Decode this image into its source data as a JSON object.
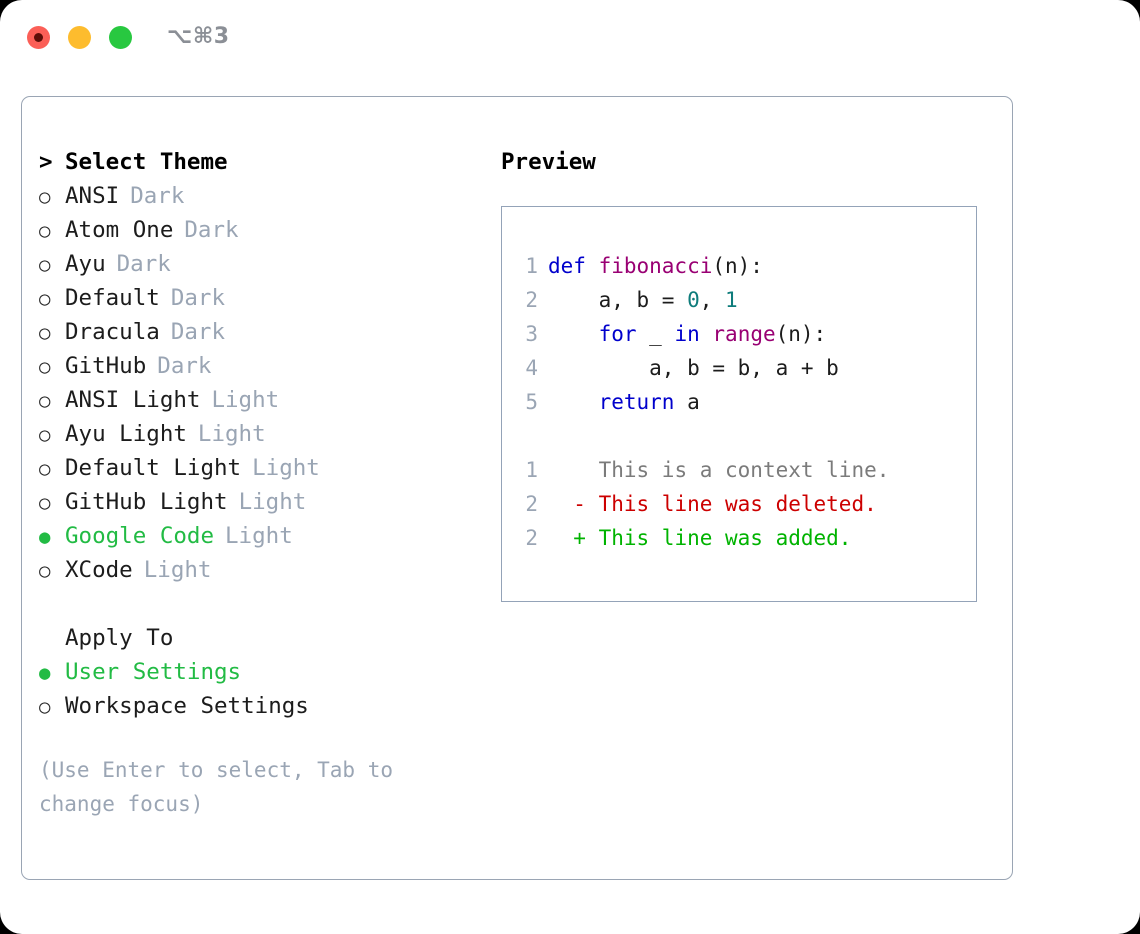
{
  "window": {
    "title": "⌥⌘3",
    "traffic_lights": [
      {
        "name": "close-button",
        "color": "#fb5f57"
      },
      {
        "name": "minimize-button",
        "color": "#fdbc2e"
      },
      {
        "name": "maximize-button",
        "color": "#28c840"
      }
    ]
  },
  "colors": {
    "accent_green": "#22bb44",
    "muted": "#9aa5b4",
    "border": "#94a3b8",
    "text": "#1c1c1c",
    "keyword": "#0000cc",
    "function": "#990073",
    "number": "#0e7c7b",
    "diff_added": "#00b300",
    "diff_deleted": "#cc0000",
    "diff_context": "#7b7b7b"
  },
  "theme_picker": {
    "heading": "Select Theme",
    "caret": ">",
    "bullet_off": "○",
    "bullet_on": "●",
    "items": [
      {
        "label": "ANSI",
        "tag": "Dark",
        "selected": false
      },
      {
        "label": "Atom One",
        "tag": "Dark",
        "selected": false
      },
      {
        "label": "Ayu",
        "tag": "Dark",
        "selected": false
      },
      {
        "label": "Default",
        "tag": "Dark",
        "selected": false
      },
      {
        "label": "Dracula",
        "tag": "Dark",
        "selected": false
      },
      {
        "label": "GitHub",
        "tag": "Dark",
        "selected": false
      },
      {
        "label": "ANSI Light",
        "tag": "Light",
        "selected": false
      },
      {
        "label": "Ayu Light",
        "tag": "Light",
        "selected": false
      },
      {
        "label": "Default Light",
        "tag": "Light",
        "selected": false
      },
      {
        "label": "GitHub Light",
        "tag": "Light",
        "selected": false
      },
      {
        "label": "Google Code",
        "tag": "Light",
        "selected": true
      },
      {
        "label": "XCode",
        "tag": "Light",
        "selected": false
      }
    ]
  },
  "apply_to": {
    "heading": "Apply To",
    "items": [
      {
        "label": "User Settings",
        "selected": true
      },
      {
        "label": "Workspace Settings",
        "selected": false
      }
    ]
  },
  "hint": "(Use Enter to select, Tab to change focus)",
  "preview": {
    "heading": "Preview",
    "code_lines": [
      {
        "num": "1",
        "tokens": [
          {
            "t": "def ",
            "c": "kw"
          },
          {
            "t": "fibonacci",
            "c": "fn"
          },
          {
            "t": "(n):",
            "c": "txt"
          }
        ]
      },
      {
        "num": "2",
        "tokens": [
          {
            "t": "    a, b = ",
            "c": "txt"
          },
          {
            "t": "0",
            "c": "num"
          },
          {
            "t": ", ",
            "c": "txt"
          },
          {
            "t": "1",
            "c": "num"
          }
        ]
      },
      {
        "num": "3",
        "tokens": [
          {
            "t": "    ",
            "c": "txt"
          },
          {
            "t": "for",
            "c": "kw"
          },
          {
            "t": " _ ",
            "c": "txt"
          },
          {
            "t": "in",
            "c": "kw"
          },
          {
            "t": " ",
            "c": "txt"
          },
          {
            "t": "range",
            "c": "blt"
          },
          {
            "t": "(n):",
            "c": "txt"
          }
        ]
      },
      {
        "num": "4",
        "tokens": [
          {
            "t": "        a, b = b, a + b",
            "c": "txt"
          }
        ]
      },
      {
        "num": "5",
        "tokens": [
          {
            "t": "    ",
            "c": "txt"
          },
          {
            "t": "return",
            "c": "kw"
          },
          {
            "t": " a",
            "c": "txt"
          }
        ]
      }
    ],
    "diff_lines": [
      {
        "num": "1",
        "marker": " ",
        "text": " This is a context line.",
        "kind": "ctx"
      },
      {
        "num": "2",
        "marker": "-",
        "text": " This line was deleted.",
        "kind": "del"
      },
      {
        "num": "2",
        "marker": "+",
        "text": " This line was added.",
        "kind": "add"
      }
    ]
  }
}
